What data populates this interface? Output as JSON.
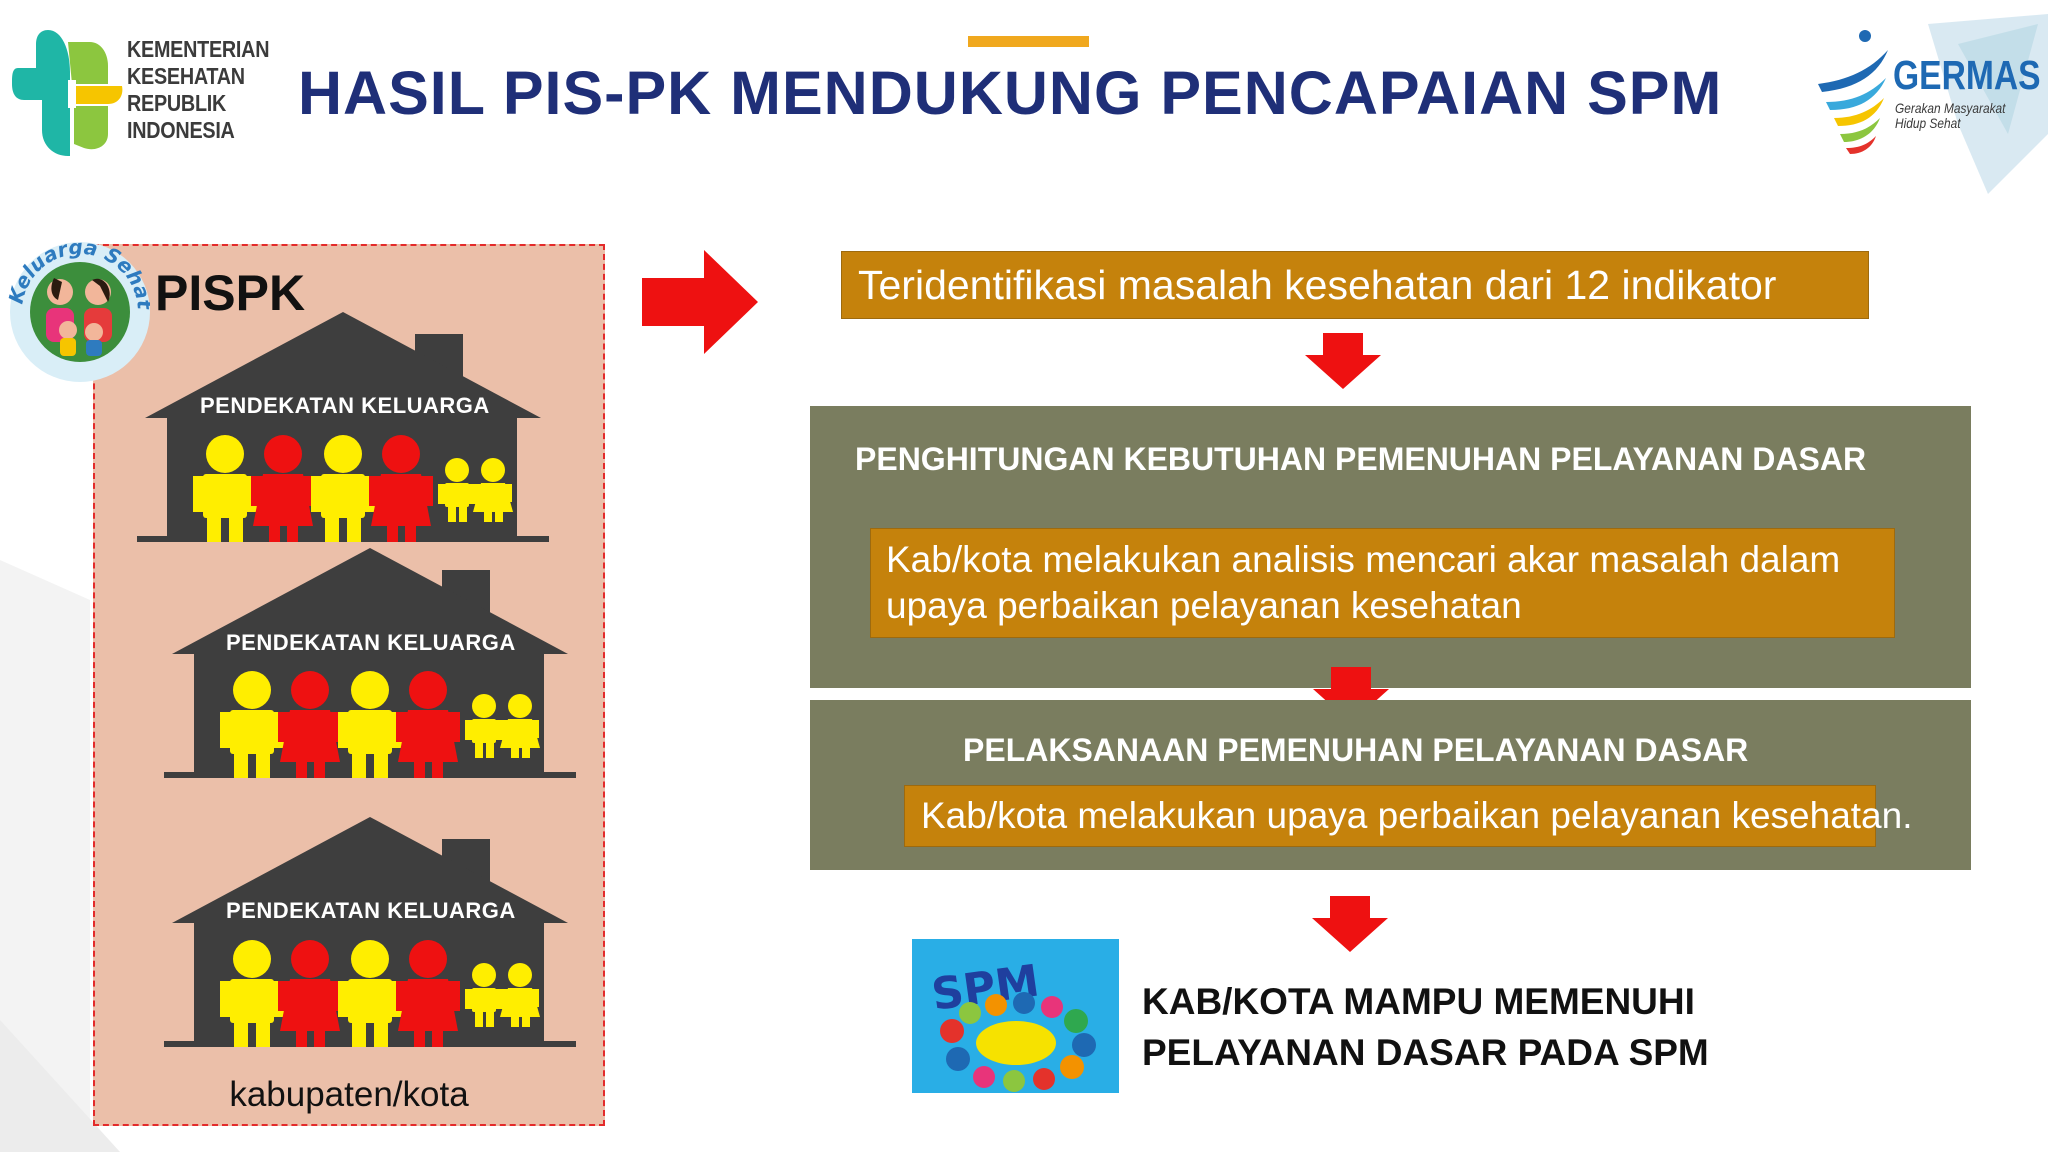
{
  "header": {
    "title": "HASIL PIS-PK MENDUKUNG PENCAPAIAN SPM",
    "ministry_lines": [
      "KEMENTERIAN",
      "KESEHATAN",
      "REPUBLIK",
      "INDONESIA"
    ],
    "germas": {
      "name": "GERMAS",
      "tagline_lines": [
        "Gerakan Masyarakat",
        "Hidup Sehat"
      ]
    }
  },
  "left_panel": {
    "label": "PISPK",
    "logo_text": "Keluarga Sehat",
    "houses": [
      {
        "label": "PENDEKATAN KELUARGA"
      },
      {
        "label": "PENDEKATAN KELUARGA"
      },
      {
        "label": "PENDEKATAN KELUARGA"
      }
    ],
    "footer": "kabupaten/kota"
  },
  "flow": {
    "step1": "Teridentifikasi masalah kesehatan dari 12 indikator",
    "step2": {
      "title": "PENGHITUNGAN KEBUTUHAN PEMENUHAN PELAYANAN DASAR",
      "detail": "Kab/kota melakukan analisis mencari akar masalah dalam upaya perbaikan pelayanan kesehatan"
    },
    "step3": {
      "title": "PELAKSANAAN PEMENUHAN PELAYANAN DASAR",
      "detail": "Kab/kota melakukan upaya perbaikan pelayanan kesehatan."
    },
    "result": {
      "logo_text": "SPM",
      "lines": [
        "KAB/KOTA MAMPU MEMENUHI",
        "PELAYANAN DASAR PADA SPM"
      ]
    }
  },
  "colors": {
    "title_blue": "#1f2f78",
    "accent_orange": "#c5820c",
    "box_green": "#7a7d5f",
    "arrow_red": "#ee1111",
    "panel_peach": "#ebbfa9",
    "house_gray": "#3e3e3e",
    "person_yellow": "#ffee00",
    "person_red": "#ee1111"
  }
}
